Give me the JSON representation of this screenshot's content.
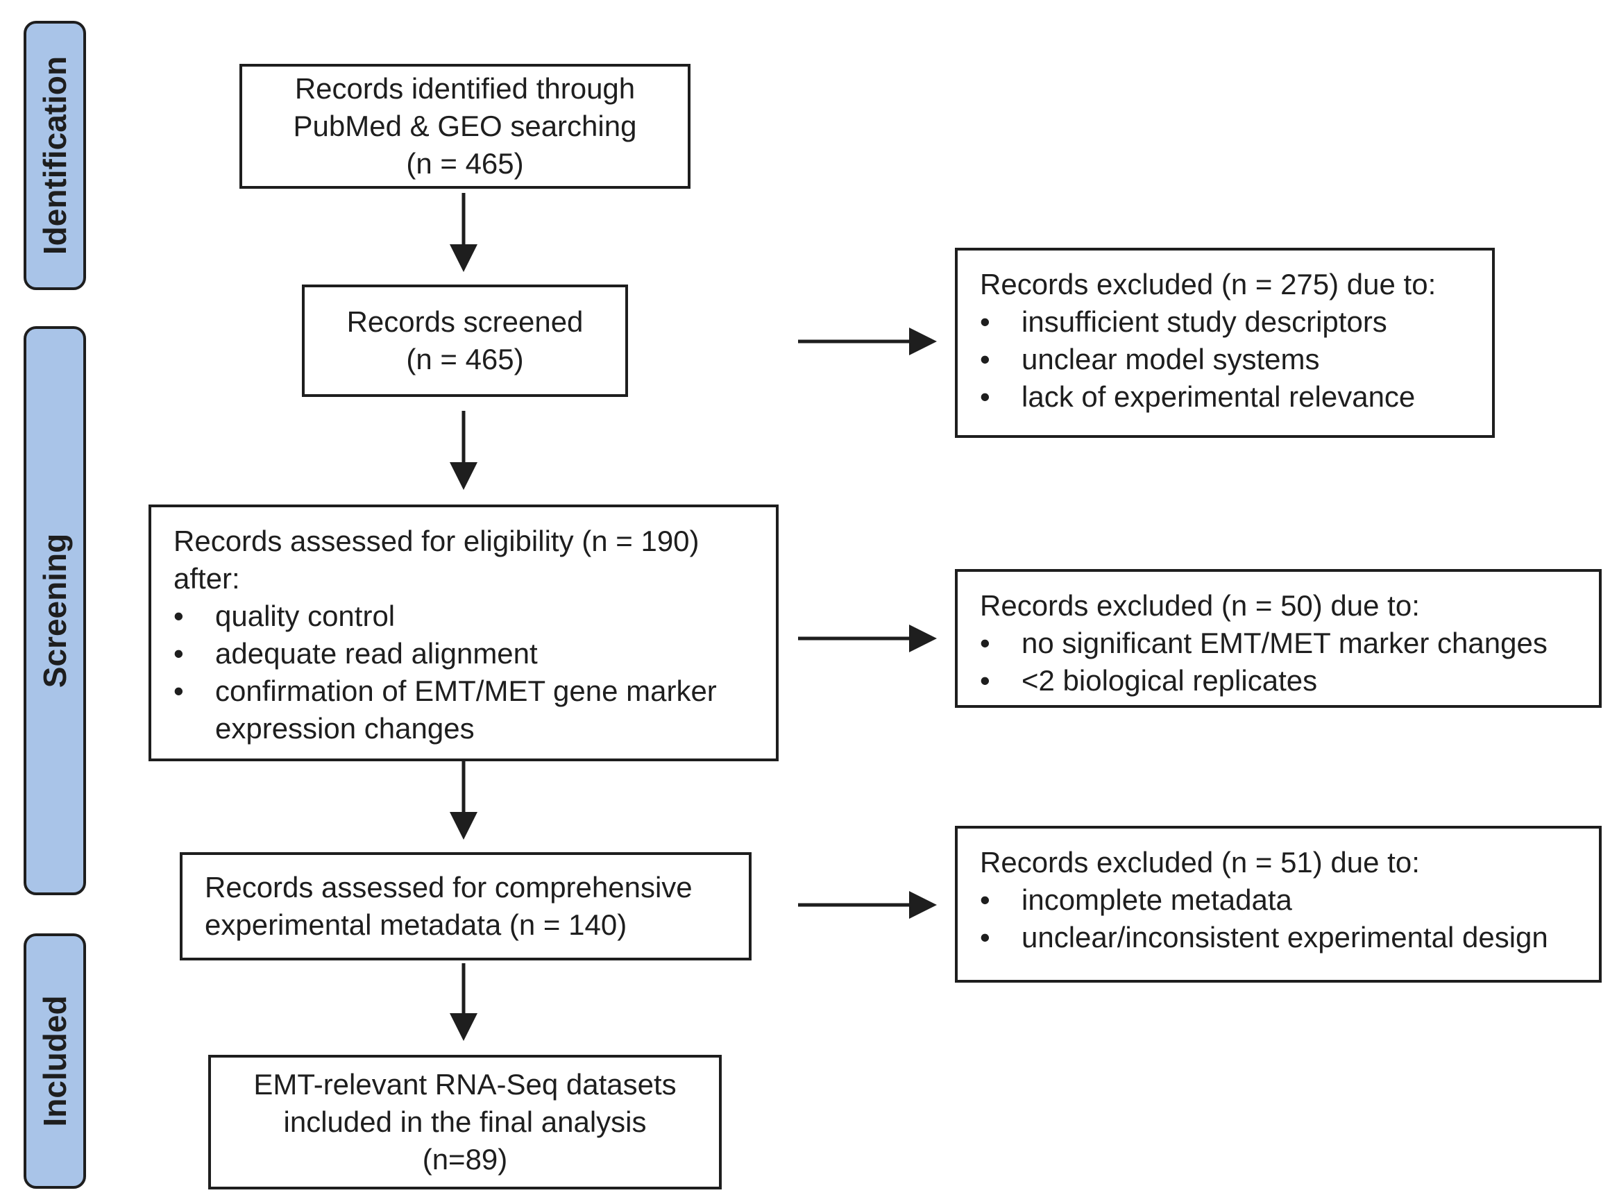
{
  "stages": [
    {
      "label": "Identification"
    },
    {
      "label": "Screening"
    },
    {
      "label": "Included"
    }
  ],
  "boxes": {
    "identified": {
      "lines": [
        "Records identified through",
        "PubMed & GEO searching",
        "(n = 465)"
      ]
    },
    "screened": {
      "lines": [
        "Records screened",
        "(n = 465)"
      ]
    },
    "eligibility": {
      "heading_line1": "Records assessed for eligibility (n = 190)",
      "heading_line2": "after:",
      "bullets": [
        "quality control",
        "adequate read alignment",
        "confirmation of EMT/MET gene marker"
      ],
      "bullet_continuation": "expression changes"
    },
    "metadata": {
      "lines": [
        "Records assessed for comprehensive",
        "experimental metadata (n = 140)"
      ]
    },
    "included": {
      "lines": [
        "EMT-relevant RNA-Seq datasets",
        "included in the final analysis",
        "(n=89)"
      ]
    },
    "excluded_1": {
      "heading": "Records excluded (n = 275) due to:",
      "bullets": [
        "insufficient study descriptors",
        "unclear model systems",
        "lack of experimental relevance"
      ]
    },
    "excluded_2": {
      "heading": "Records excluded (n = 50) due to:",
      "bullets": [
        "no significant EMT/MET marker changes",
        "<2 biological replicates"
      ]
    },
    "excluded_3": {
      "heading": "Records excluded (n = 51) due to:",
      "bullets": [
        "incomplete metadata",
        "unclear/inconsistent experimental design"
      ]
    }
  }
}
